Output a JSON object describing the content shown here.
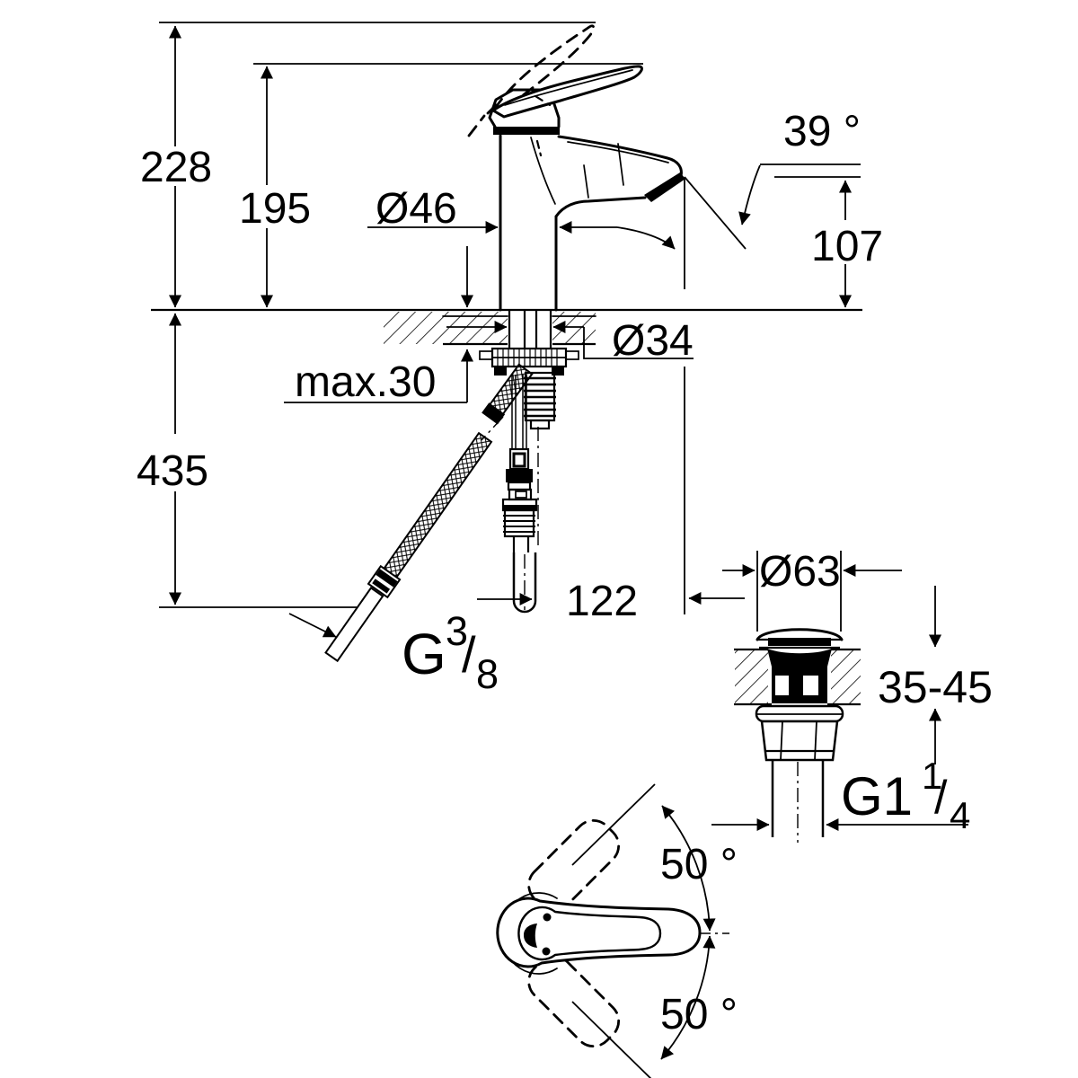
{
  "drawing": {
    "title": "faucet-installation-technical-drawing",
    "colors": {
      "ink": "#000000",
      "paper": "#ffffff"
    },
    "labels": {
      "overall_height": "228",
      "height_to_spout_tip": "195",
      "body_diameter": "Ø46",
      "aerator_angle": "39 °",
      "spout_height": "107",
      "mounting_hole_diameter": "Ø34",
      "max_mounting_thickness": "max.30",
      "supply_hose_length": "435",
      "spout_projection": "122",
      "waste_cap_diameter": "Ø63",
      "basin_thickness_range": "35-45",
      "handle_rotation_up": "50 °",
      "handle_rotation_down": "50 °"
    },
    "threads": {
      "supply": {
        "prefix": "G",
        "numerator": "3",
        "slash": "/",
        "denominator": "8"
      },
      "waste": {
        "prefix": "G1",
        "numerator": "1",
        "slash": "/",
        "denominator": "4"
      }
    }
  }
}
